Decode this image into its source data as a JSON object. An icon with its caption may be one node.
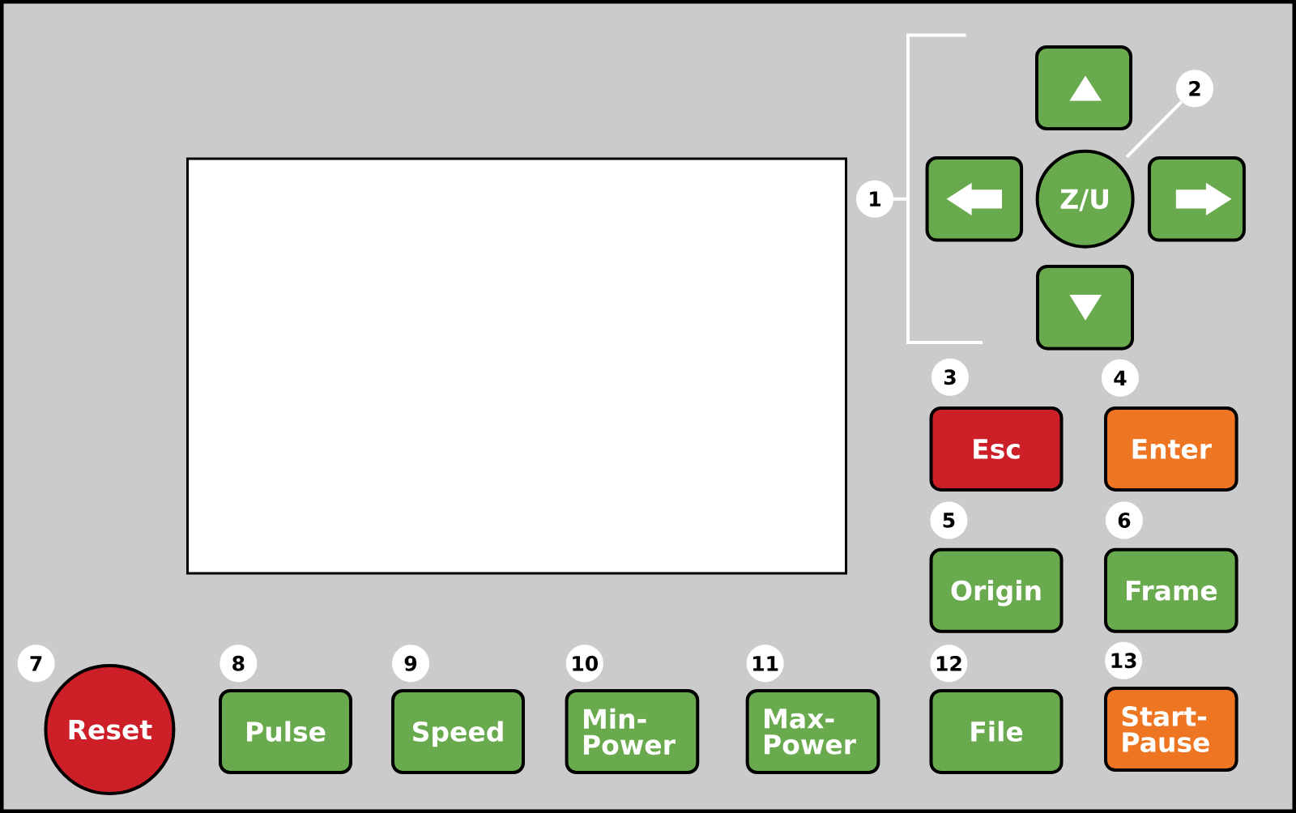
{
  "diagram": {
    "nodes": [
      {
        "text": [],
        "shape": "box"
      },
      {
        "text": [
          "2"
        ]
      },
      {
        "text": [],
        "shape": "box"
      },
      {
        "text": [
          "1"
        ]
      },
      {
        "text": [],
        "shape": "box"
      },
      {
        "text": [
          "Z/U"
        ]
      },
      {
        "text": [],
        "shape": "box"
      },
      {
        "text": [],
        "shape": "box"
      },
      {
        "text": [
          "3"
        ]
      },
      {
        "text": [
          "4"
        ]
      },
      {
        "text": [
          "Esc"
        ]
      },
      {
        "text": [
          "Enter"
        ]
      },
      {
        "text": [
          "5"
        ]
      },
      {
        "text": [
          "6"
        ]
      },
      {
        "text": [
          "Origin"
        ]
      },
      {
        "text": [
          "Frame"
        ]
      },
      {
        "text": [
          "7"
        ]
      },
      {
        "text": [
          "8"
        ]
      },
      {
        "text": [
          "9"
        ]
      },
      {
        "text": [
          "10"
        ]
      },
      {
        "text": [
          "11"
        ]
      },
      {
        "text": [
          "12"
        ]
      },
      {
        "text": [
          "13"
        ]
      },
      {
        "text": [
          "Reset"
        ]
      },
      {
        "text": [
          "Pulse"
        ]
      },
      {
        "text": [
          "Speed"
        ]
      },
      {
        "text": [
          "Min- Power"
        ]
      },
      {
        "text": [
          "Max- Power"
        ]
      },
      {
        "text": [
          "File"
        ]
      },
      {
        "text": [
          "Start- Pause"
        ]
      }
    ],
    "edges": [
      {
        "from": 1,
        "to": 5,
        "arrow": "none"
      }
    ]
  }
}
